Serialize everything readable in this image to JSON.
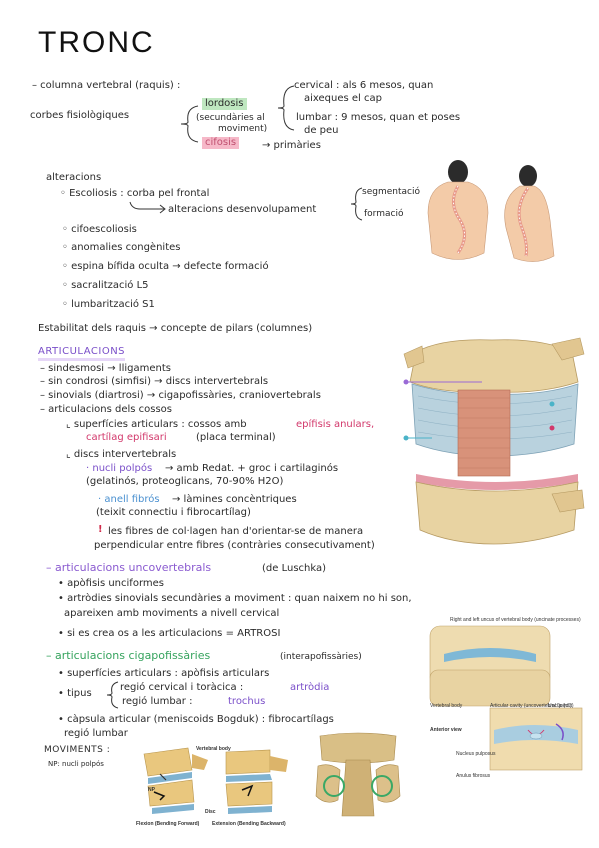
{
  "title": "TRONC",
  "columna": {
    "intro": "– columna vertebral (raquis) :",
    "corbes": "corbes fisiològiques",
    "lordosis": "lordosis",
    "secundaries": "(secundàries al",
    "moviment": "moviment)",
    "cifosis": "cifosis",
    "primaries": "→ primàries",
    "cervical_1": "cervical : als 6 mesos, quan",
    "cervical_2": "aixeques el cap",
    "lumbar_1": "lumbar : 9 mesos, quan et poses",
    "lumbar_2": "de peu"
  },
  "alteracions": {
    "heading": "alteracions",
    "escoliosis": "◦ Escoliosis : corba pel frontal",
    "alt_desenv": "alteracions desenvolupament",
    "segmentacio": "segmentació",
    "formacio": "formació",
    "items": [
      "◦ cifoescoliosis",
      "◦ anomalies congènites",
      "◦ espina bífida oculta → defecte formació",
      "◦ sacralització L5",
      "◦ lumbarització S1"
    ]
  },
  "estabilitat": "Estabilitat dels raquis → concepte de pilars (columnes)",
  "articulacions": {
    "heading": "ARTICULACIONS",
    "lines": [
      "– sindesmosi → lligaments",
      "– sin condrosi (simfisi) → discs intervertebrals",
      "– sinovials (diartrosi) → cigapofissàries, craniovertebrals",
      "– articulacions dels cossos"
    ],
    "superficies_a": "⌞ superfícies articulars : cossos amb",
    "epifisis": "epífisis anulars,",
    "cartilag": "cartílag epifisari",
    "placa": "(placa terminal)",
    "discs": "⌞ discs intervertebrals",
    "nucli_label": "· nucli polpós",
    "nucli_desc": "→ amb Redat. + groc i cartilaginós",
    "nucli_desc2": "(gelatinós, proteoglicans, 70-90% H2O)",
    "anell_label": "· anell fibrós",
    "anell_desc": "→ làmines concèntriques",
    "anell_desc2": "(teixit connectiu i fibrocartílag)",
    "fibres_1": "les fibres de col·lagen han d'orientar-se de manera",
    "fibres_2": "perpendicular entre fibres (contràries consecutivament)"
  },
  "uncovertebrals": {
    "heading": "– articulacions uncovertebrals",
    "de_luschka": "(de Luschka)",
    "lines": [
      "• apòfisis unciformes",
      "• artròdies sinovials secundàries a moviment : quan naixem no hi son,",
      "apareixen amb moviments a nivell cervical",
      "• si es crea os a les articulacions = ARTROSI"
    ]
  },
  "cigapofissaries": {
    "heading": "– articulacions cigapofissàries",
    "intra": "(interapofissàries)",
    "sup": "• superfícies articulars : apòfisis articulars",
    "tipus": "• tipus",
    "cervical": "regió cervical i toràcica :",
    "artrodia": "artròdia",
    "lumbar": "regió lumbar :",
    "trochus": "trochus",
    "capsula_1": "• càpsula articular (meniscoids Bogduk) : fibrocartílags",
    "capsula_2": "regió lumbar"
  },
  "moviments": {
    "heading": "MOVIMENTS :",
    "np": "NP: nucli polpós"
  },
  "figure_captions": {
    "vertebral_body": "Vertebral body",
    "flexion": "Flexion (Bending Forward)",
    "extension": "Extension (Bending Backward)",
    "np": "NP",
    "disc": "Disc",
    "uncus_title": "Right and left uncus of vertebral body (uncinate processes)",
    "vertebral_bodies": "Vertebral body",
    "articular_cavity": "Articular cavity (uncovertebral \"joint\")",
    "uncus": "Uncus (cut)",
    "anterior_view": "Anterior view",
    "nucleus": "Nucleus pulposus",
    "anulus": "Anulus fibrosus"
  },
  "colors": {
    "purple": "#7a4fc9",
    "pink": "#d2386b",
    "green": "#3aa866",
    "highlight_green": "#bfe7c0",
    "highlight_pink": "#f6b8c8"
  }
}
